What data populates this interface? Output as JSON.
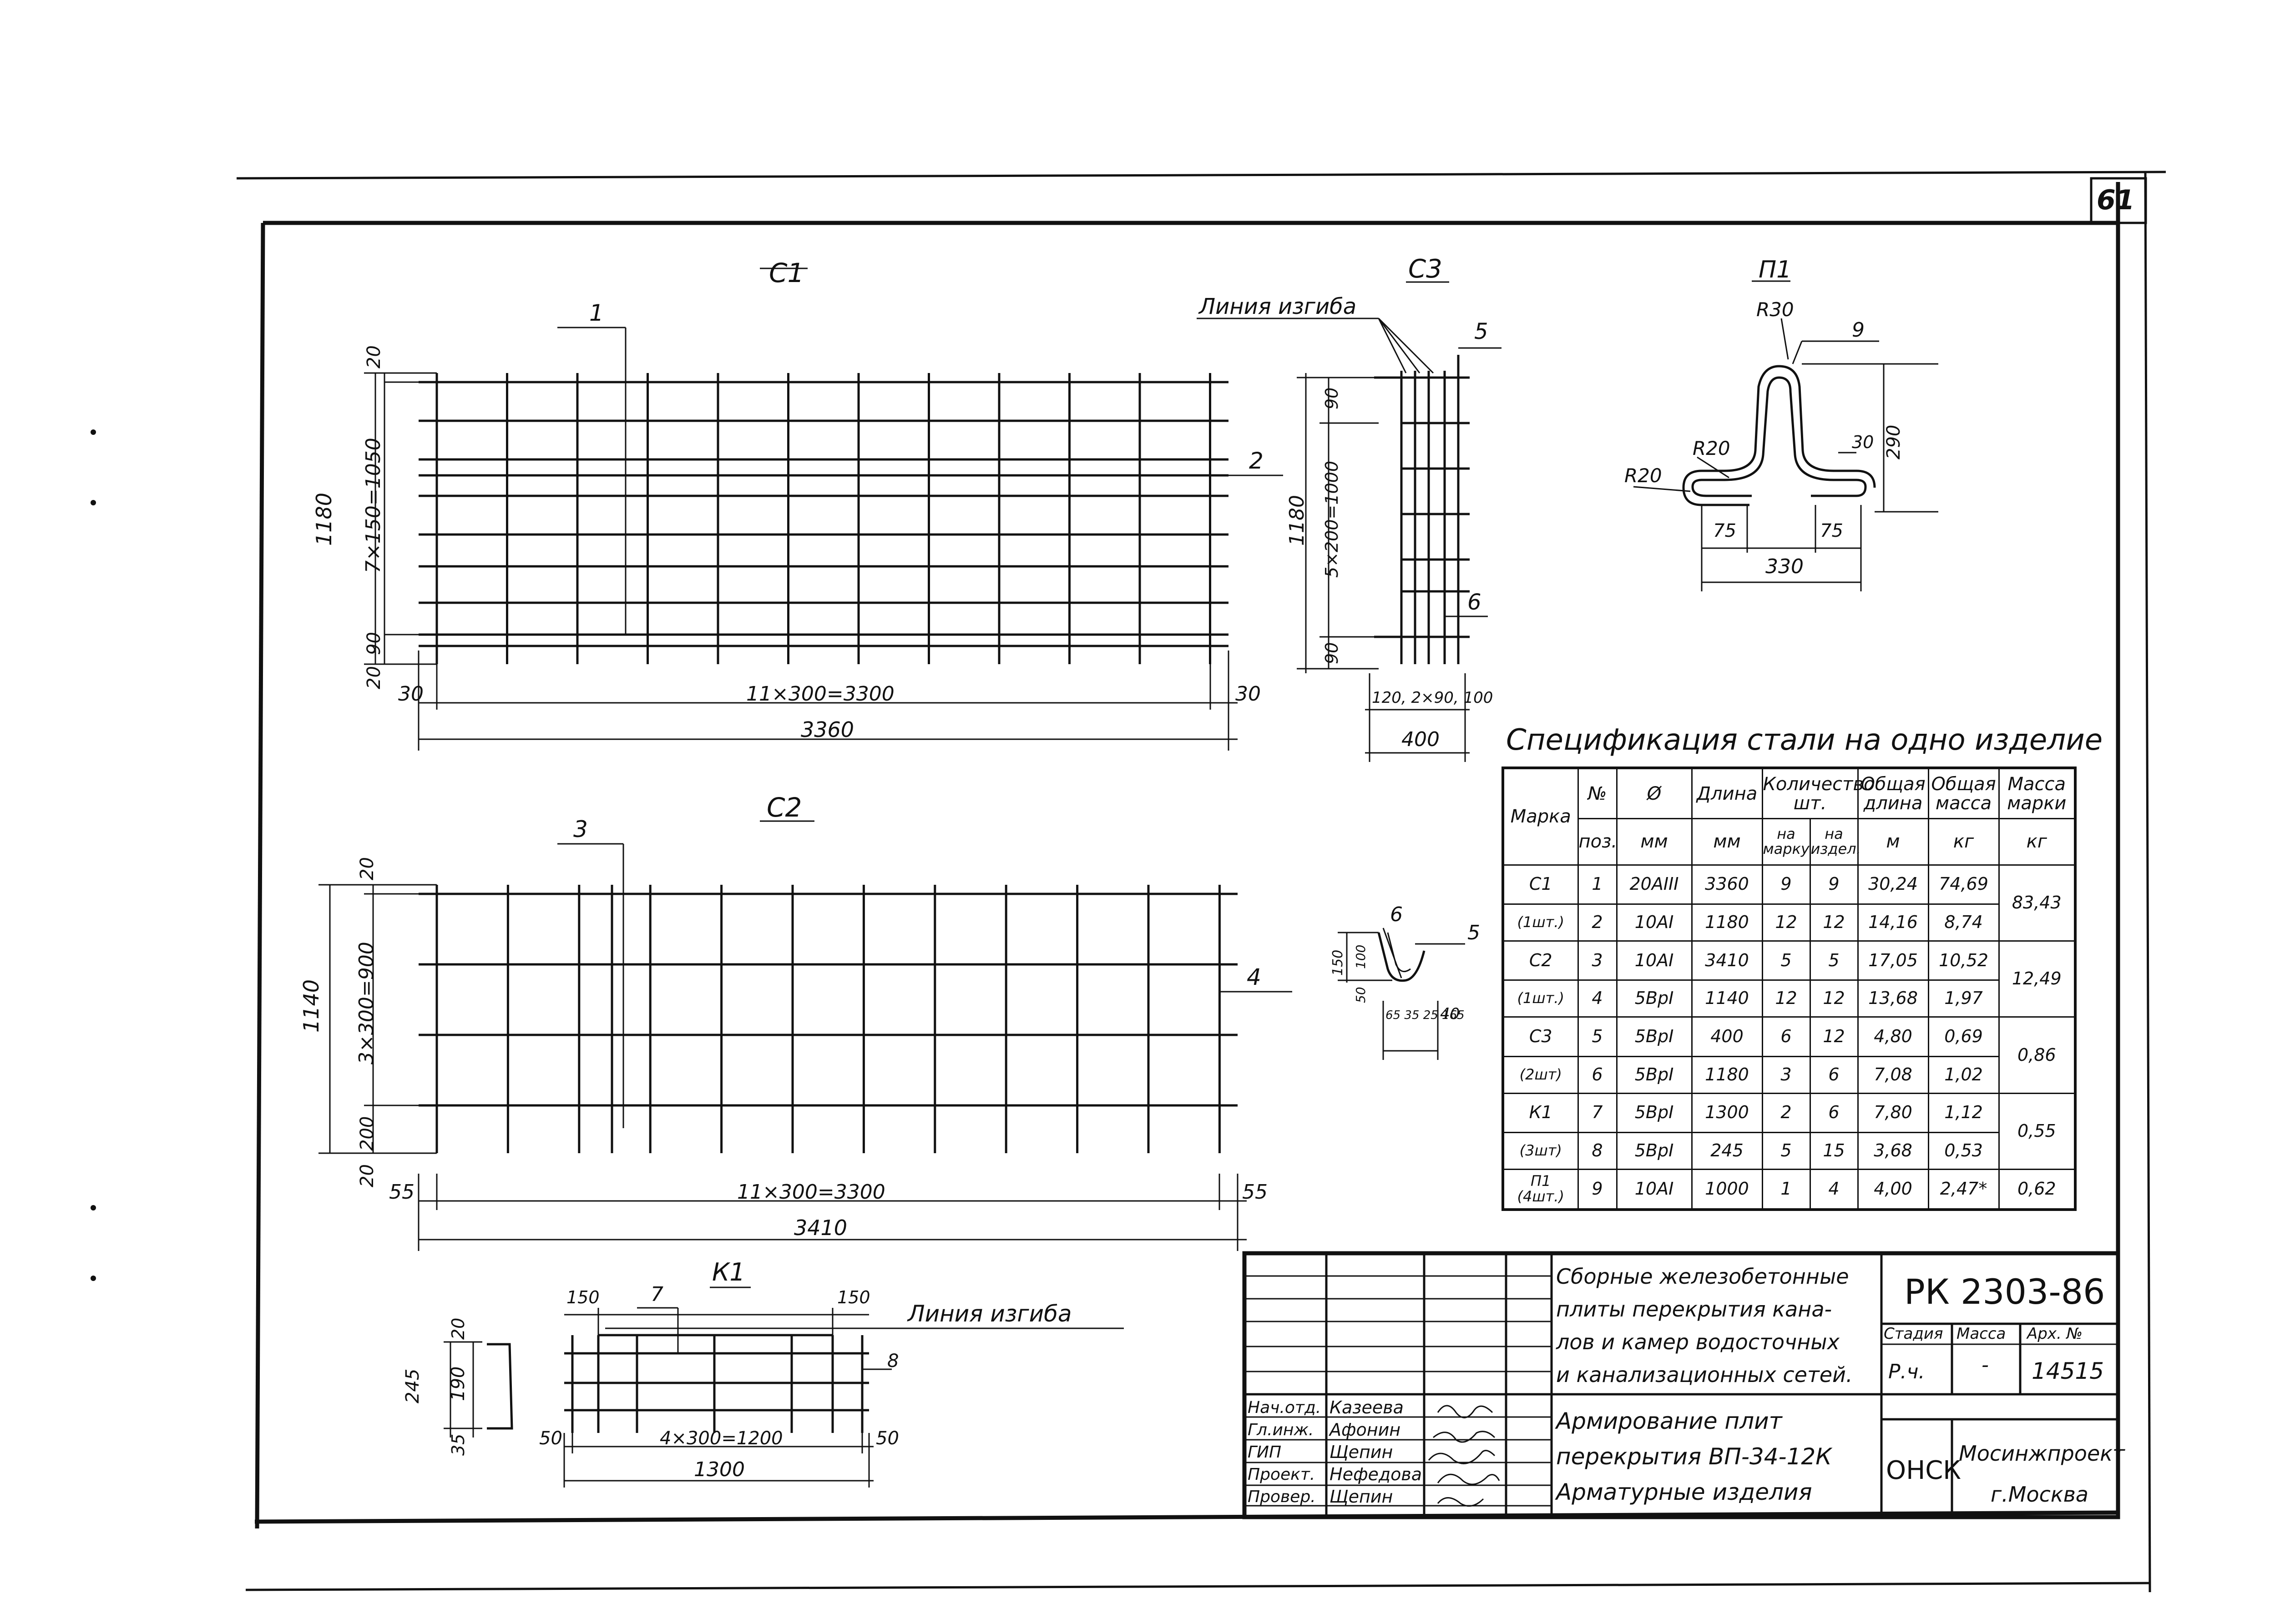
{
  "page_number": "61",
  "drawings": {
    "c1": {
      "title": "С1",
      "pos_a": "1",
      "pos_b": "2",
      "dim_v_total": "1180",
      "dim_v_top": "20",
      "dim_v_mid": "7×150=1050",
      "dim_v_low": "90",
      "dim_v_bottom": "20",
      "dim_h_left": "30",
      "dim_h_mid": "11×300=3300",
      "dim_h_right": "30",
      "dim_h_total": "3360"
    },
    "c3": {
      "title": "С3",
      "bend_line": "Линия изгиба",
      "pos_a": "5",
      "pos_b": "6",
      "dim_v_total": "1180",
      "dim_v_top": "90",
      "dim_v_mid": "5×200=1000",
      "dim_v_bottom": "90",
      "dim_h_parts": "120, 2×90, 100",
      "dim_h_total": "400"
    },
    "p1": {
      "title": "П1",
      "r_top": "R30",
      "pos": "9",
      "r_mid": "R20",
      "r_left": "R20",
      "dim_30": "30",
      "dim_290": "290",
      "dim_75a": "75",
      "dim_75b": "75",
      "dim_330": "330"
    },
    "c2": {
      "title": "С2",
      "pos_a": "3",
      "pos_b": "4",
      "dim_v_total": "1140",
      "dim_v_top": "20",
      "dim_v_mid": "3×300=900",
      "dim_v_low": "200",
      "dim_v_bottom": "20",
      "dim_h_left": "55",
      "dim_h_mid": "11×300=3300",
      "dim_h_right": "55",
      "dim_h_total": "3410"
    },
    "c3_detail": {
      "pos_a": "6",
      "pos_b": "5",
      "d150": "150",
      "d100": "100",
      "d50": "50",
      "d40": "40",
      "d_bottom": "65 35 25 165"
    },
    "k1": {
      "title": "К1",
      "pos_a": "7",
      "pos_b": "8",
      "bend_line": "Линия изгиба",
      "d150a": "150",
      "d150b": "150",
      "dim_245": "245",
      "dim_190": "190",
      "dim_20": "20",
      "dim_35": "35",
      "dim_50a": "50",
      "dim_mid": "4×300=1200",
      "dim_50b": "50",
      "dim_total": "1300"
    }
  },
  "spec": {
    "title": "Спецификация стали на одно изделие",
    "headers": {
      "mark": "Марка",
      "pos_no": "№",
      "pos": "поз.",
      "dia": "Ø",
      "dia_unit": "мм",
      "len": "Длина",
      "len_unit": "мм",
      "qty": "Количество шт.",
      "qty_mark": "на марку",
      "qty_item": "на издел.",
      "tot_len": "Общая длина",
      "tot_len_unit": "м",
      "tot_mass": "Общая масса",
      "tot_mass_unit": "кг",
      "mark_mass": "Масса марки",
      "mark_mass_unit": "кг"
    },
    "groups": [
      {
        "mark": "С1",
        "count": "(1шт.)",
        "mass": "83,43",
        "rows": [
          {
            "pos": "1",
            "dia": "20АIII",
            "len": "3360",
            "qm": "9",
            "qi": "9",
            "tl": "30,24",
            "tm": "74,69"
          },
          {
            "pos": "2",
            "dia": "10АI",
            "len": "1180",
            "qm": "12",
            "qi": "12",
            "tl": "14,16",
            "tm": "8,74"
          }
        ]
      },
      {
        "mark": "С2",
        "count": "(1шт.)",
        "mass": "12,49",
        "rows": [
          {
            "pos": "3",
            "dia": "10АI",
            "len": "3410",
            "qm": "5",
            "qi": "5",
            "tl": "17,05",
            "tm": "10,52"
          },
          {
            "pos": "4",
            "dia": "5ВрI",
            "len": "1140",
            "qm": "12",
            "qi": "12",
            "tl": "13,68",
            "tm": "1,97"
          }
        ]
      },
      {
        "mark": "С3",
        "count": "(2шт)",
        "mass": "0,86",
        "rows": [
          {
            "pos": "5",
            "dia": "5ВрI",
            "len": "400",
            "qm": "6",
            "qi": "12",
            "tl": "4,80",
            "tm": "0,69"
          },
          {
            "pos": "6",
            "dia": "5ВрI",
            "len": "1180",
            "qm": "3",
            "qi": "6",
            "tl": "7,08",
            "tm": "1,02"
          }
        ]
      },
      {
        "mark": "К1",
        "count": "(3шт)",
        "mass": "0,55",
        "rows": [
          {
            "pos": "7",
            "dia": "5ВрI",
            "len": "1300",
            "qm": "2",
            "qi": "6",
            "tl": "7,80",
            "tm": "1,12"
          },
          {
            "pos": "8",
            "dia": "5ВрI",
            "len": "245",
            "qm": "5",
            "qi": "15",
            "tl": "3,68",
            "tm": "0,53"
          }
        ]
      },
      {
        "mark": "П1",
        "count": "(4шт.)",
        "mass": "0,62",
        "rows": [
          {
            "pos": "9",
            "dia": "10АI",
            "len": "1000",
            "qm": "1",
            "qi": "4",
            "tl": "4,00",
            "tm": "2,47*"
          }
        ]
      }
    ]
  },
  "title_block": {
    "project_title": [
      "Сборные железобетонные",
      "плиты перекрытия кана-",
      "лов и камер водосточных",
      "и канализационных сетей."
    ],
    "doc_code": "РК 2303-86",
    "stage_label": "Стадия",
    "mass_label": "Масса",
    "arch_label": "Арх. №",
    "stage": "Р.ч.",
    "mass": "-",
    "arch": "14515",
    "sheet_title": [
      "Армирование плит",
      "перекрытия ВП-34-12К",
      "Арматурные изделия"
    ],
    "org_short": "ОНСК",
    "org": [
      "Мосинжпроект",
      "г.Москва"
    ],
    "signers": [
      {
        "role": "Нач.отд.",
        "name": "Казеева"
      },
      {
        "role": "Гл.инж.",
        "name": "Афонин"
      },
      {
        "role": "ГИП",
        "name": "Щепин"
      },
      {
        "role": "Проект.",
        "name": "Нефедова"
      },
      {
        "role": "Провер.",
        "name": "Щепин"
      }
    ]
  }
}
